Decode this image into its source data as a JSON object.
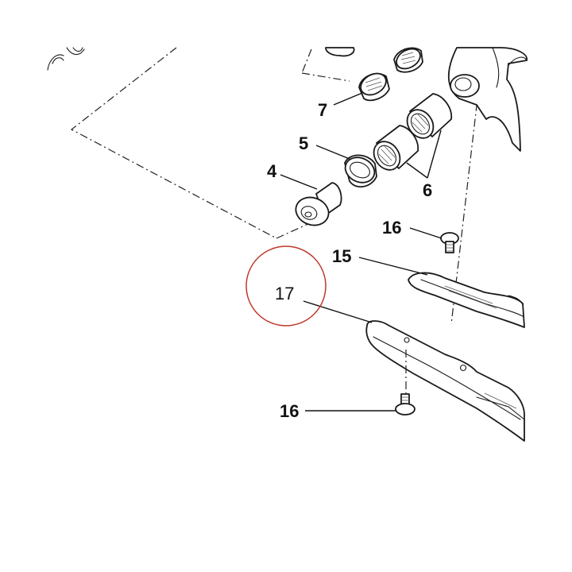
{
  "diagram": {
    "labels": {
      "part_4": "4",
      "part_5": "5",
      "part_6": "6",
      "part_7": "7",
      "part_15": "15",
      "part_16_top": "16",
      "part_16_bottom": "16",
      "part_17": "17"
    },
    "highlight_color": "#c0392b"
  }
}
